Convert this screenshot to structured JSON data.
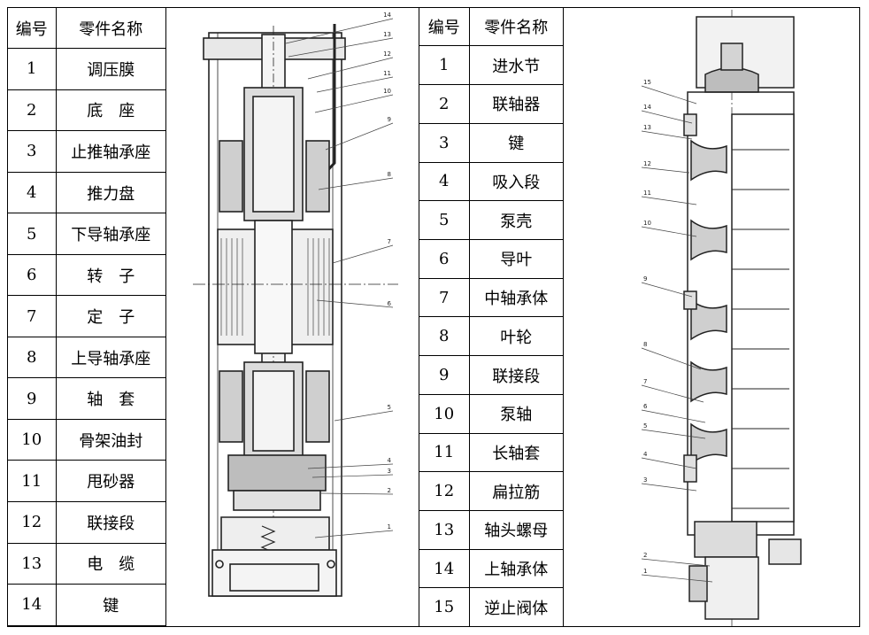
{
  "table_left": {
    "headers": [
      "编号",
      "零件名称"
    ],
    "rows": [
      [
        "1",
        "调压膜"
      ],
      [
        "2",
        "底　座"
      ],
      [
        "3",
        "止推轴承座"
      ],
      [
        "4",
        "推力盘"
      ],
      [
        "5",
        "下导轴承座"
      ],
      [
        "6",
        "转　子"
      ],
      [
        "7",
        "定　子"
      ],
      [
        "8",
        "上导轴承座"
      ],
      [
        "9",
        "轴　套"
      ],
      [
        "10",
        "骨架油封"
      ],
      [
        "11",
        "甩砂器"
      ],
      [
        "12",
        "联接段"
      ],
      [
        "13",
        "电　缆"
      ],
      [
        "14",
        "键"
      ],
      [
        "",
        ""
      ]
    ]
  },
  "table_right": {
    "headers": [
      "编号",
      "零件名称"
    ],
    "rows": [
      [
        "1",
        "进水节"
      ],
      [
        "2",
        "联轴器"
      ],
      [
        "3",
        "键"
      ],
      [
        "4",
        "吸入段"
      ],
      [
        "5",
        "泵壳"
      ],
      [
        "6",
        "导叶"
      ],
      [
        "7",
        "中轴承体"
      ],
      [
        "8",
        "叶轮"
      ],
      [
        "9",
        "联接段"
      ],
      [
        "10",
        "泵轴"
      ],
      [
        "11",
        "长轴套"
      ],
      [
        "12",
        "扁拉筋"
      ],
      [
        "13",
        "轴头螺母"
      ],
      [
        "14",
        "上轴承体"
      ],
      [
        "15",
        "逆止阀体"
      ]
    ]
  },
  "figure_motor": {
    "callouts": [
      "14",
      "13",
      "12",
      "11",
      "10",
      "9",
      "8",
      "7",
      "6",
      "5",
      "4",
      "3",
      "2",
      "1"
    ]
  },
  "figure_pump": {
    "callouts": [
      "15",
      "14",
      "13",
      "12",
      "11",
      "10",
      "9",
      "8",
      "7",
      "6",
      "5",
      "4",
      "3",
      "2",
      "1"
    ]
  }
}
